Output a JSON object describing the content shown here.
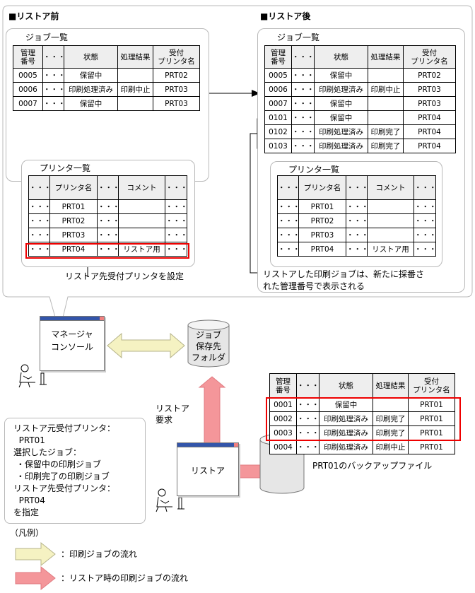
{
  "before": {
    "title": "■リストア前",
    "job_list": {
      "title": "ジョブ一覧",
      "headers": [
        "管理\n番号",
        "・・・",
        "状態",
        "処理結果",
        "受付\nプリンタ名"
      ],
      "rows": [
        [
          "0005",
          "・・・",
          "保留中",
          "",
          "PRT02"
        ],
        [
          "0006",
          "・・・",
          "印刷処理済み",
          "印刷中止",
          "PRT03"
        ],
        [
          "0007",
          "・・・",
          "保留中",
          "",
          "PRT03"
        ]
      ]
    },
    "printer_list": {
      "title": "プリンタ一覧",
      "headers": [
        "・・・",
        "プリンタ名",
        "・・・",
        "コメント",
        "・・・"
      ],
      "rows": [
        [
          "・・・",
          "PRT01",
          "・・・",
          "",
          "・・・"
        ],
        [
          "・・・",
          "PRT02",
          "・・・",
          "",
          "・・・"
        ],
        [
          "・・・",
          "PRT03",
          "・・・",
          "",
          "・・・"
        ],
        [
          "・・・",
          "PRT04",
          "・・・",
          "リストア用",
          "・・・"
        ]
      ]
    },
    "callout": "リストア先受付プリンタを設定"
  },
  "after": {
    "title": "■リストア後",
    "job_list": {
      "title": "ジョブ一覧",
      "headers": [
        "管理\n番号",
        "・・・",
        "状態",
        "処理結果",
        "受付\nプリンタ名"
      ],
      "rows": [
        [
          "0005",
          "・・・",
          "保留中",
          "",
          "PRT02"
        ],
        [
          "0006",
          "・・・",
          "印刷処理済み",
          "印刷中止",
          "PRT03"
        ],
        [
          "0007",
          "・・・",
          "保留中",
          "",
          "PRT03"
        ],
        [
          "0101",
          "・・・",
          "保留中",
          "",
          "PRT04"
        ],
        [
          "0102",
          "・・・",
          "印刷処理済み",
          "印刷完了",
          "PRT04"
        ],
        [
          "0103",
          "・・・",
          "印刷処理済み",
          "印刷完了",
          "PRT04"
        ]
      ]
    },
    "printer_list": {
      "title": "プリンタ一覧",
      "headers": [
        "・・・",
        "プリンタ名",
        "・・・",
        "コメント",
        "・・・"
      ],
      "rows": [
        [
          "・・・",
          "PRT01",
          "・・・",
          "",
          "・・・"
        ],
        [
          "・・・",
          "PRT02",
          "・・・",
          "",
          "・・・"
        ],
        [
          "・・・",
          "PRT03",
          "・・・",
          "",
          "・・・"
        ],
        [
          "・・・",
          "PRT04",
          "・・・",
          "リストア用",
          "・・・"
        ]
      ]
    },
    "callout_line1": "リストアした印刷ジョブは、新たに採番さ",
    "callout_line2": "れた管理番号で表示される"
  },
  "manager_console": "マネージャ\nコンソール",
  "storage": "ジョブ\n保存先\nフォルダ",
  "restore_request": "リストア\n要求",
  "restore_window": "リストア",
  "backup_label": "PRT01のバックアップファイル",
  "backup_table": {
    "headers": [
      "管理\n番号",
      "・・・",
      "状態",
      "処理結果",
      "受付\nプリンタ名"
    ],
    "rows": [
      [
        "0001",
        "・・・",
        "保留中",
        "",
        "PRT01"
      ],
      [
        "0002",
        "・・・",
        "印刷処理済み",
        "印刷完了",
        "PRT01"
      ],
      [
        "0003",
        "・・・",
        "印刷処理済み",
        "印刷完了",
        "PRT01"
      ],
      [
        "0004",
        "・・・",
        "印刷処理済み",
        "印刷中止",
        "PRT01"
      ]
    ]
  },
  "instructions": "リストア元受付プリンタ：\n  PRT01\n選択したジョブ：\n ・保留中の印刷ジョブ\n ・印刷完了の印刷ジョブ\nリストア先受付プリンタ：\n  PRT04\nを指定",
  "legend": {
    "title": "（凡例）",
    "job_flow": "：印刷ジョブの流れ",
    "restore_flow": "：リストア時の印刷ジョブの流れ"
  },
  "colors": {
    "job_flow": "#f5f2c2",
    "restore_flow": "#f4969a",
    "highlight": "#e00000"
  }
}
